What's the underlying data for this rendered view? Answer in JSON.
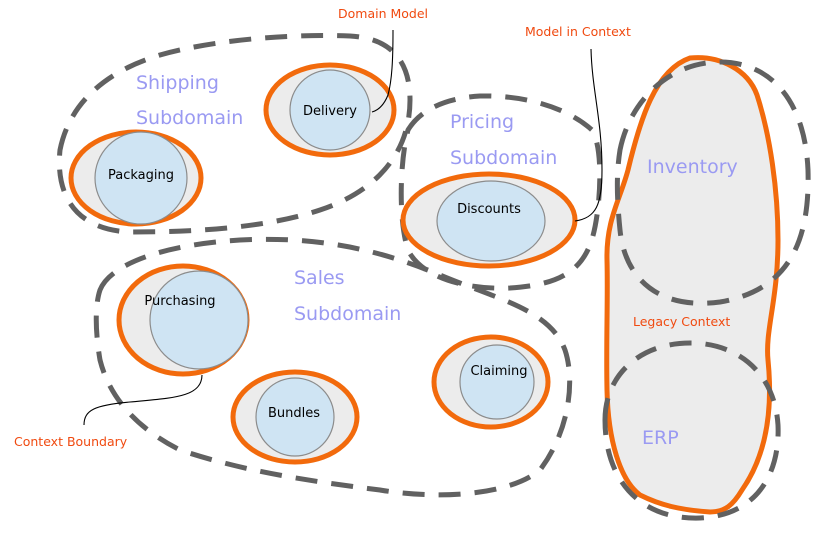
{
  "subdomains": [
    {
      "id": "shipping",
      "lines": [
        "Shipping",
        "Subdomain"
      ]
    },
    {
      "id": "pricing",
      "lines": [
        "Pricing",
        "Subdomain"
      ]
    },
    {
      "id": "sales",
      "lines": [
        "Sales",
        "Subdomain"
      ]
    },
    {
      "id": "inventory",
      "lines": [
        "Inventory"
      ]
    },
    {
      "id": "erp",
      "lines": [
        "ERP"
      ]
    }
  ],
  "contexts": {
    "delivery": "Delivery",
    "packaging": "Packaging",
    "discounts": "Discounts",
    "purchasing": "Purchasing",
    "bundles": "Bundles",
    "claiming": "Claiming"
  },
  "annotations": {
    "domain_model": "Domain Model",
    "model_in_context": "Model in Context",
    "context_boundary": "Context Boundary",
    "legacy_context": "Legacy Context"
  },
  "colors": {
    "subdomain_text": "#9a9af2",
    "annotation_text": "#f04a10",
    "boundary_stroke": "#f26a0c",
    "boundary_fill": "#ececec",
    "model_fill": "#cfe4f3",
    "subdomain_dash": "#616161"
  }
}
